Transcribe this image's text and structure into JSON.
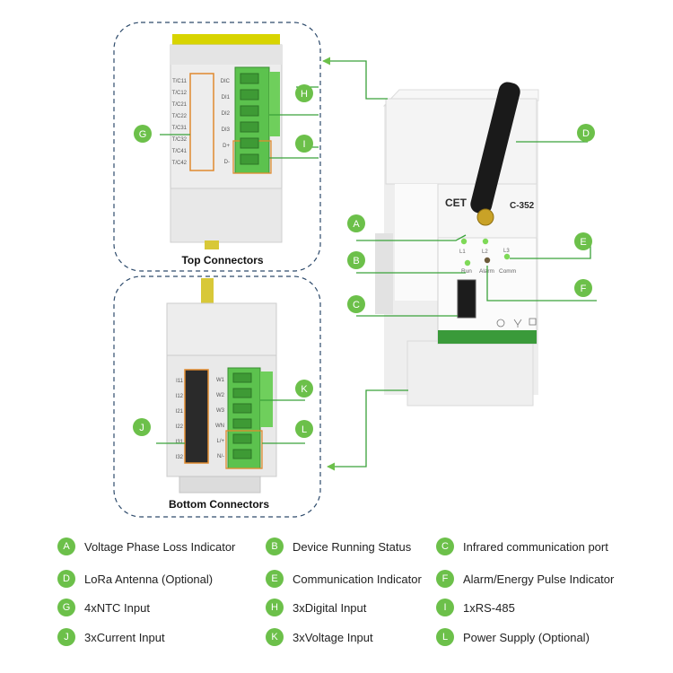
{
  "colors": {
    "accent": "#6cc04a",
    "panel_border": "#2d4a6b",
    "device_body": "#f2f2f2",
    "terminal": "#5cc24e",
    "outline_orange": "#e08a2e"
  },
  "panels": {
    "top_caption": "Top Connectors",
    "bottom_caption": "Bottom Connectors"
  },
  "top_panel": {
    "left_labels": [
      "T/C11",
      "T/C12",
      "T/C21",
      "T/C22",
      "T/C31",
      "T/C32",
      "T/C41",
      "T/C42"
    ],
    "right_labels": [
      "DIC",
      "DI1",
      "DI2",
      "DI3",
      "D+",
      "D-"
    ]
  },
  "bottom_panel": {
    "left_labels": [
      "I11",
      "I12",
      "I21",
      "I22",
      "I31",
      "I32"
    ],
    "right_labels": [
      "W1",
      "W2",
      "W3",
      "WN",
      "L/+",
      "N/-"
    ]
  },
  "device": {
    "brand": "CET",
    "model_fragment": "C-352",
    "led_labels": [
      "L1",
      "L2",
      "L3"
    ],
    "status_labels": [
      "Run",
      "Alarm",
      "Comm"
    ]
  },
  "callouts": [
    {
      "letter": "A",
      "label": "Voltage Phase Loss Indicator"
    },
    {
      "letter": "B",
      "label": "Device Running Status"
    },
    {
      "letter": "C",
      "label": "Infrared communication port"
    },
    {
      "letter": "D",
      "label": "LoRa Antenna (Optional)"
    },
    {
      "letter": "E",
      "label": "Communication Indicator"
    },
    {
      "letter": "F",
      "label": "Alarm/Energy Pulse Indicator"
    },
    {
      "letter": "G",
      "label": "4xNTC Input"
    },
    {
      "letter": "H",
      "label": "3xDigital Input"
    },
    {
      "letter": "I",
      "label": "1xRS-485"
    },
    {
      "letter": "J",
      "label": "3xCurrent Input"
    },
    {
      "letter": "K",
      "label": "3xVoltage Input"
    },
    {
      "letter": "L",
      "label": "Power Supply (Optional)"
    }
  ]
}
